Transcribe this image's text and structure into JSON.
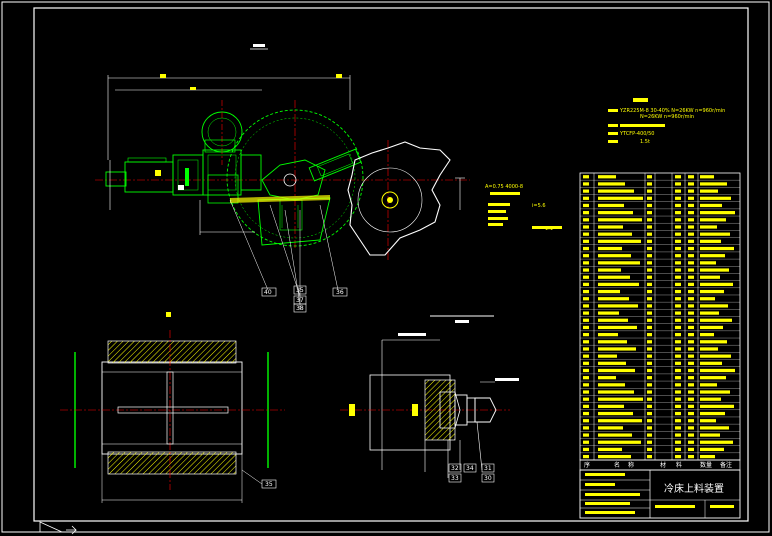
{
  "drawing": {
    "title_block_name": "冷床上料装置",
    "balloons_main": [
      "40",
      "35",
      "36",
      "37",
      "38"
    ],
    "balloons_detail": [
      "32",
      "33",
      "34",
      "31",
      "30"
    ],
    "balloon_cutter": "35",
    "bom_header_labels": [
      "序",
      "名",
      "称",
      "数量",
      "备注",
      "材",
      "料"
    ],
    "tech_note_1": "YZR225M-8 30-40% N=26KW n=960r/min",
    "tech_note_2": "N=26KW n=960r/min",
    "tech_note_3": "YTCFP-400/50",
    "tech_note_4": "1.5t",
    "spec_note": "i=5.6",
    "legend_left_1": "A=0.75 4000-8",
    "legend_left_2": "1:1"
  },
  "colors": {
    "frame": "#ffffff",
    "part": "#00ff00",
    "center": "#ff0000",
    "dim": "#ffffff",
    "text_yellow": "#ffff00",
    "hatch": "#ffff00",
    "detail_red": "#ff3030"
  }
}
